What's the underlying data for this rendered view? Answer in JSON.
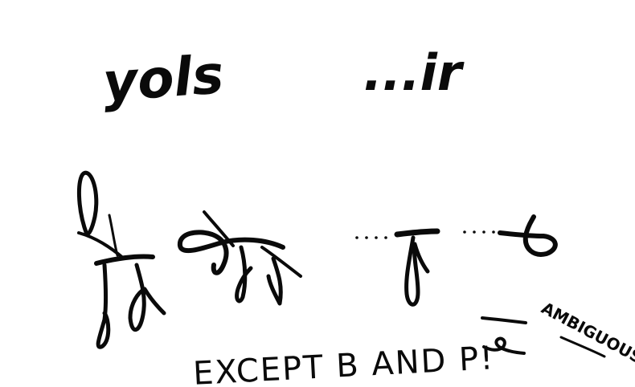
{
  "words": {
    "word_left": "yols",
    "word_right": "...ir"
  },
  "footnote": {
    "except_text": "EXCEPT B AND P!",
    "ambiguous_text": "AMBIGUOUS"
  },
  "colors": {
    "background": "#ffffff",
    "ink": "#0a0a0a"
  }
}
